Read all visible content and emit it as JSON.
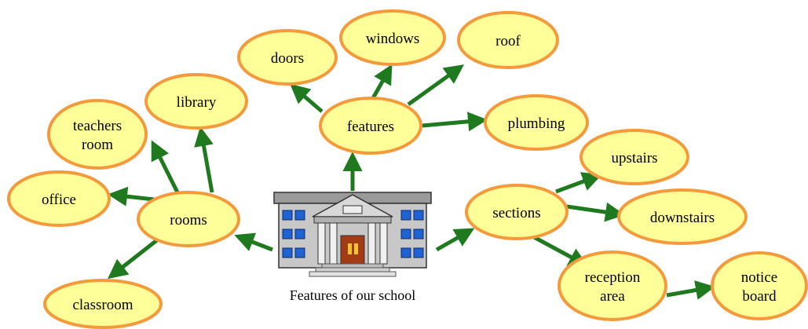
{
  "center": {
    "caption": "Features of our school",
    "icon": "school-building-icon"
  },
  "nodes": [
    {
      "id": "features",
      "lines": [
        "features"
      ]
    },
    {
      "id": "doors",
      "lines": [
        "doors"
      ]
    },
    {
      "id": "windows",
      "lines": [
        "windows"
      ]
    },
    {
      "id": "roof",
      "lines": [
        "roof"
      ]
    },
    {
      "id": "plumbing",
      "lines": [
        "plumbing"
      ]
    },
    {
      "id": "rooms",
      "lines": [
        "rooms"
      ]
    },
    {
      "id": "library",
      "lines": [
        "library"
      ]
    },
    {
      "id": "teachers-room",
      "lines": [
        "teachers",
        "room"
      ]
    },
    {
      "id": "office",
      "lines": [
        "office"
      ]
    },
    {
      "id": "classroom",
      "lines": [
        "classroom"
      ]
    },
    {
      "id": "sections",
      "lines": [
        "sections"
      ]
    },
    {
      "id": "upstairs",
      "lines": [
        "upstairs"
      ]
    },
    {
      "id": "downstairs",
      "lines": [
        "downstairs"
      ]
    },
    {
      "id": "reception-area",
      "lines": [
        "reception",
        "area"
      ]
    },
    {
      "id": "notice-board",
      "lines": [
        "notice",
        "board"
      ]
    }
  ],
  "edges": [
    {
      "from": "center",
      "to": "features"
    },
    {
      "from": "center",
      "to": "rooms"
    },
    {
      "from": "center",
      "to": "sections"
    },
    {
      "from": "features",
      "to": "doors"
    },
    {
      "from": "features",
      "to": "windows"
    },
    {
      "from": "features",
      "to": "roof"
    },
    {
      "from": "features",
      "to": "plumbing"
    },
    {
      "from": "rooms",
      "to": "library"
    },
    {
      "from": "rooms",
      "to": "teachers-room"
    },
    {
      "from": "rooms",
      "to": "office"
    },
    {
      "from": "rooms",
      "to": "classroom"
    },
    {
      "from": "sections",
      "to": "upstairs"
    },
    {
      "from": "sections",
      "to": "downstairs"
    },
    {
      "from": "sections",
      "to": "reception-area"
    },
    {
      "from": "reception-area",
      "to": "notice-board"
    }
  ],
  "colors": {
    "node_fill": "#ffff99",
    "node_border": "#f59a3c",
    "arrow": "#1f7a1f"
  }
}
